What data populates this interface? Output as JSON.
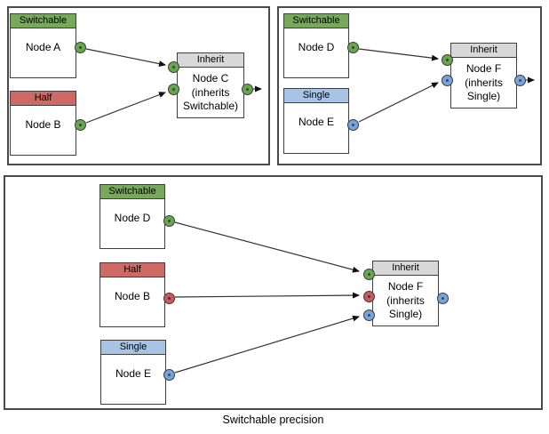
{
  "panels": [
    {
      "name": "top-left",
      "nodes": [
        {
          "type": "Switchable",
          "title": "Node A"
        },
        {
          "type": "Half",
          "title": "Node B"
        },
        {
          "type": "Inherit",
          "title": "Node C",
          "line2": "(inherits",
          "line3": "Switchable)"
        }
      ]
    },
    {
      "name": "top-right",
      "nodes": [
        {
          "type": "Switchable",
          "title": "Node D"
        },
        {
          "type": "Single",
          "title": "Node E"
        },
        {
          "type": "Inherit",
          "title": "Node F",
          "line2": "(inherits",
          "line3": "Single)"
        }
      ]
    },
    {
      "name": "bottom",
      "caption": "Switchable precision",
      "nodes": [
        {
          "type": "Switchable",
          "title": "Node D"
        },
        {
          "type": "Half",
          "title": "Node B"
        },
        {
          "type": "Single",
          "title": "Node E"
        },
        {
          "type": "Inherit",
          "title": "Node F",
          "line2": "(inherits",
          "line3": "Single)"
        }
      ]
    }
  ],
  "colors": {
    "switchable_header": "#77A85C",
    "half_header": "#CE6A65",
    "single_header": "#A7C4E5",
    "inherit_header": "#D8D8D8",
    "port_green": "#68A74F",
    "port_red": "#C65B5B",
    "port_blue": "#76A4DB",
    "border": "#3F3F3F"
  }
}
